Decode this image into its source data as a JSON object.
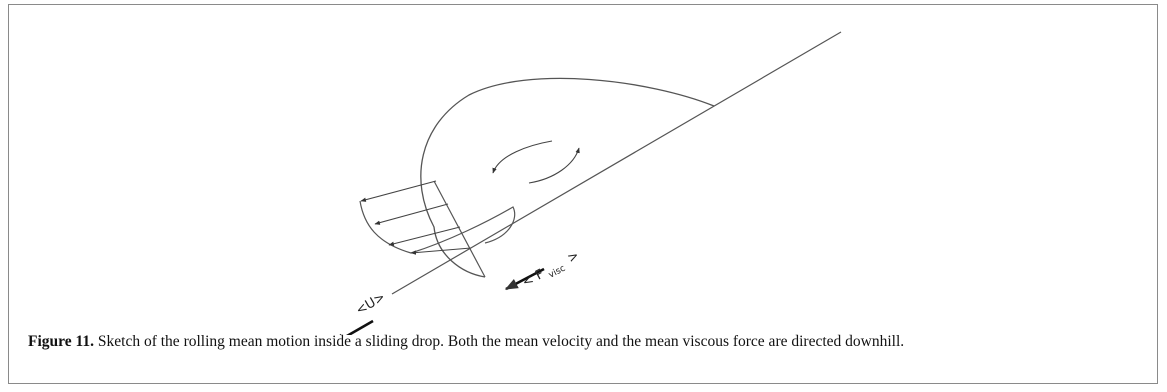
{
  "figure": {
    "label": "Figure 11.",
    "caption": " Sketch of the rolling mean motion inside a sliding drop. Both the mean velocity and the mean viscous force are directed downhill."
  },
  "sketch": {
    "velocity_label": "<U>",
    "force_label_open": "< F",
    "force_label_sub": "visc",
    "force_label_close": ">"
  }
}
